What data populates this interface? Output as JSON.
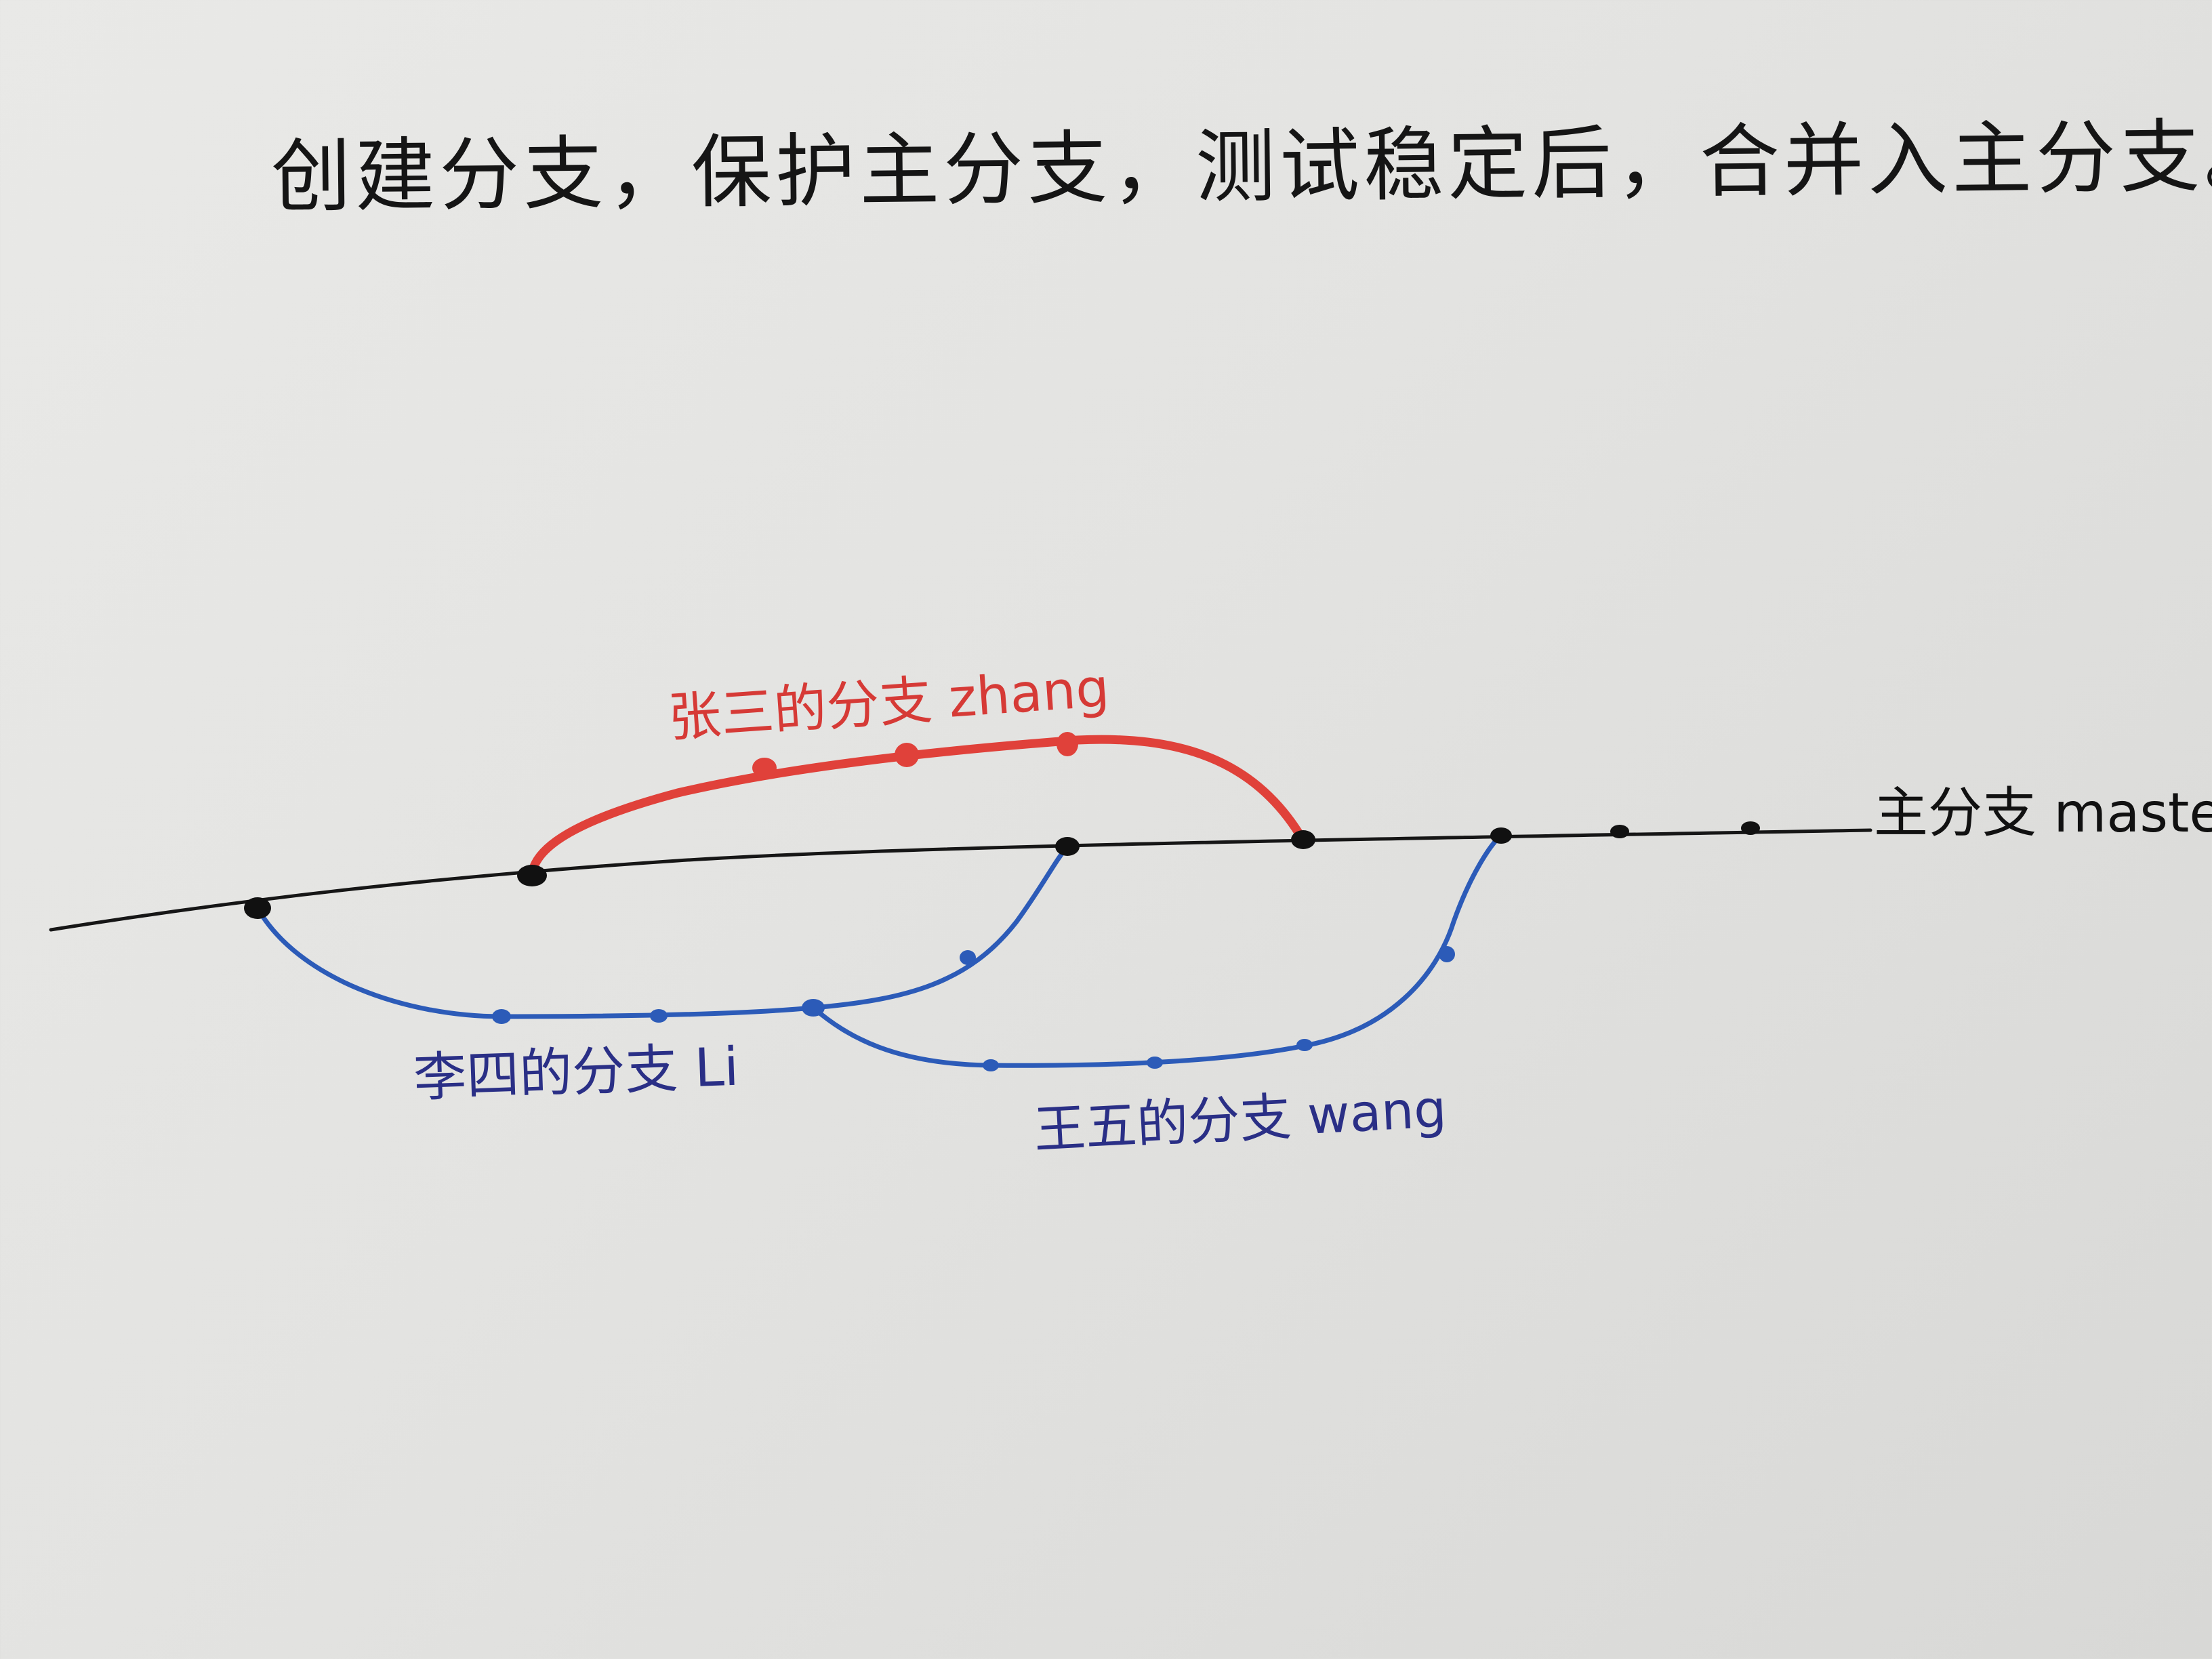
{
  "title": "创建分支，保护主分支，测试稳定后，合并入主分支。",
  "branches": {
    "master": {
      "label": "主分支 master",
      "color": "#111111"
    },
    "zhang": {
      "label": "张三的分支 zhang",
      "color": "#d63a36"
    },
    "li": {
      "label": "李四的分支 Li",
      "color": "#2b54b0"
    },
    "wang": {
      "label": "王五的分支 wang",
      "color": "#2b54b0"
    }
  }
}
